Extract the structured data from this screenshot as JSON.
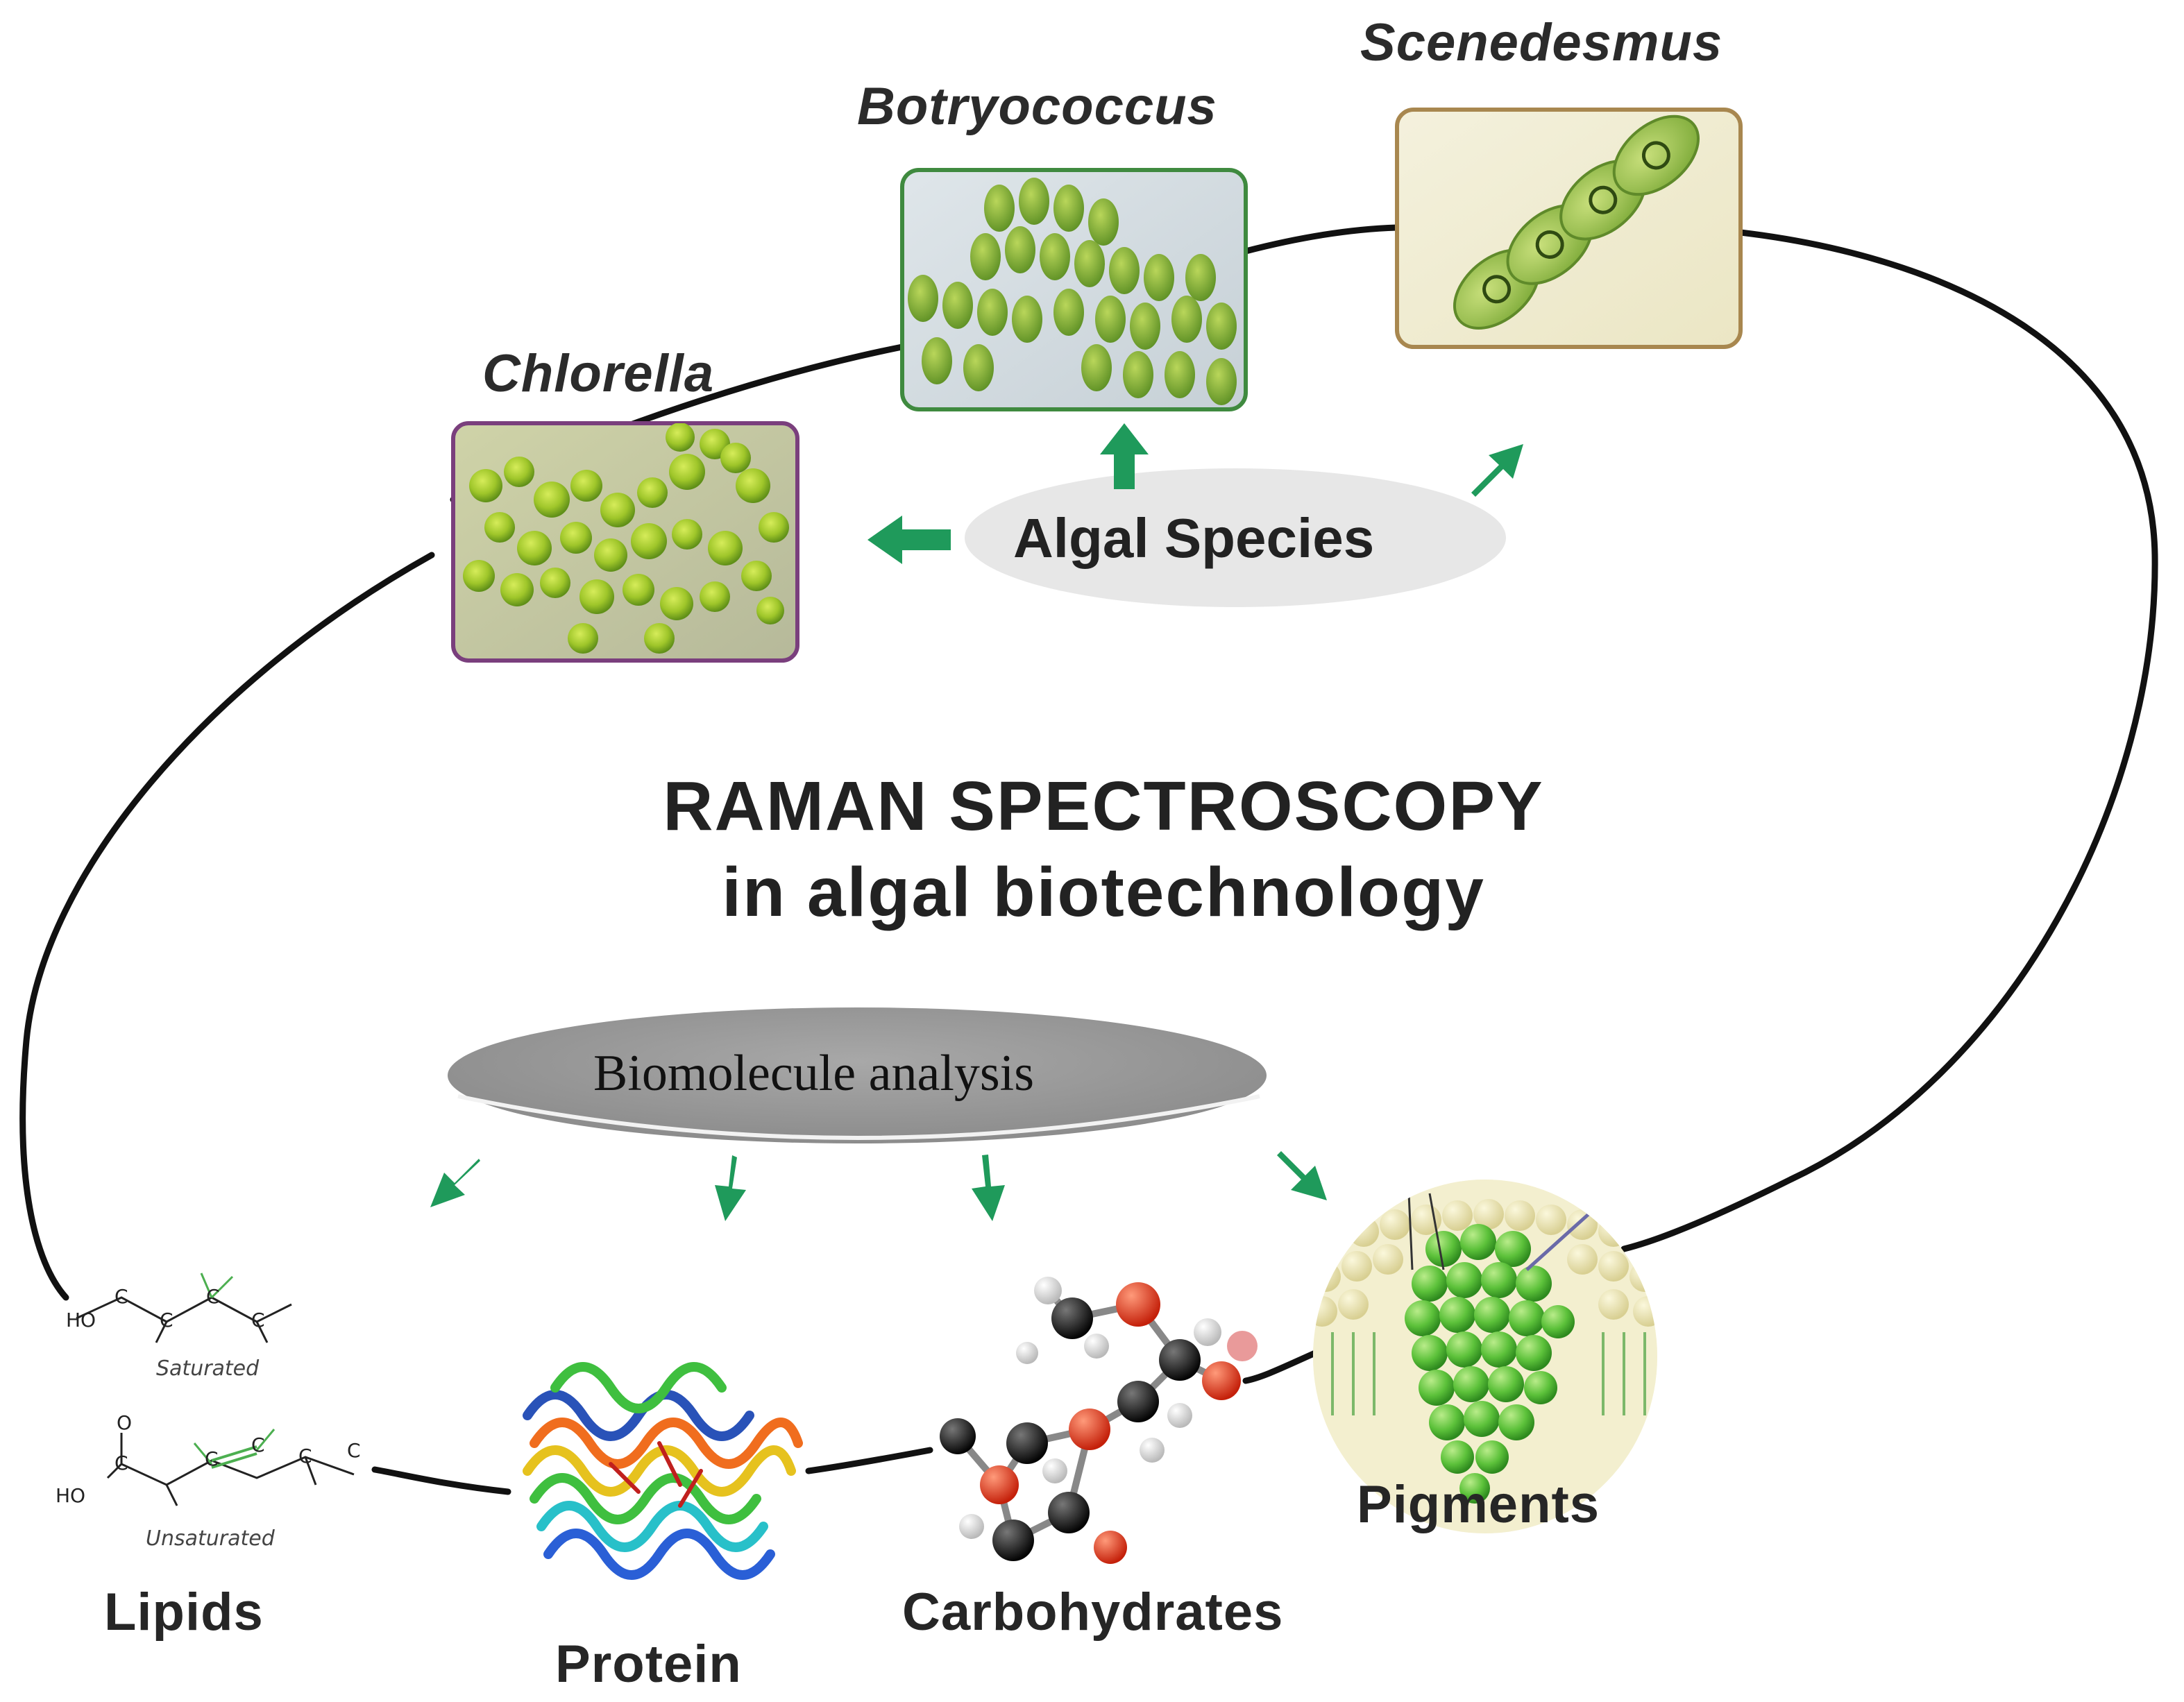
{
  "title": {
    "line1": "RAMAN SPECTROSCOPY",
    "line2": "in algal biotechnology"
  },
  "algal_hub": {
    "label": "Algal Species"
  },
  "species": [
    {
      "name": "Chlorella"
    },
    {
      "name": "Botryococcus"
    },
    {
      "name": "Scenedesmus"
    }
  ],
  "biomolecule_hub": {
    "label": "Biomolecule analysis"
  },
  "biomolecules": [
    {
      "name": "Lipids"
    },
    {
      "name": "Protein"
    },
    {
      "name": "Carbohydrates"
    },
    {
      "name": "Pigments"
    }
  ],
  "lipid_structures": {
    "saturated": "Saturated",
    "unsaturated": "Unsaturated"
  },
  "colors": {
    "arrow": "#1f9a5b",
    "loop": "#111111",
    "algal_hub_fill": "#e8e8e8",
    "biomolecule_hub_fill": "#9a9a9a",
    "chlorella_border": "#7a3f7d",
    "botryococcus_border": "#3f8a3f",
    "scenedesmus_border": "#a8874f"
  },
  "icons": [
    "chlorella-micrograph",
    "botryococcus-micrograph",
    "scenedesmus-micrograph",
    "protein-ribbon-icon",
    "carbohydrate-molecule-icon",
    "pigment-membrane-icon",
    "lipid-chain-icon"
  ]
}
